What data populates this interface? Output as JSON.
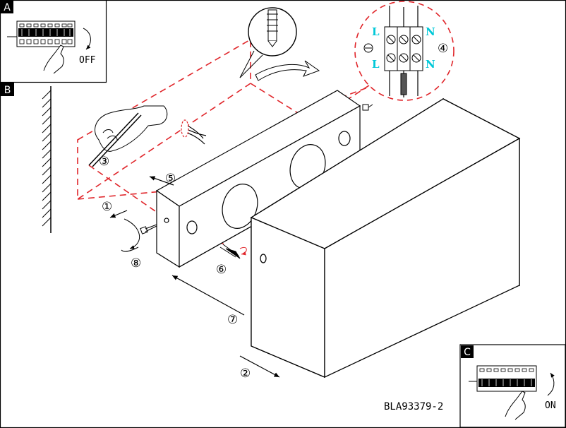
{
  "panels": [
    {
      "id": "A",
      "label": "A",
      "switch_state": "OFF"
    },
    {
      "id": "B",
      "label": "B"
    },
    {
      "id": "C",
      "label": "C",
      "switch_state": "ON"
    }
  ],
  "steps": [
    "①",
    "②",
    "③",
    "④",
    "⑤",
    "⑥",
    "⑦",
    "⑧"
  ],
  "terminal_labels": {
    "live": "L",
    "neutral": "N"
  },
  "colors": {
    "line": "#000000",
    "dashed": "#e0252a",
    "terminal_text": "#00c8d8"
  },
  "model_code": "BLA93379-2"
}
